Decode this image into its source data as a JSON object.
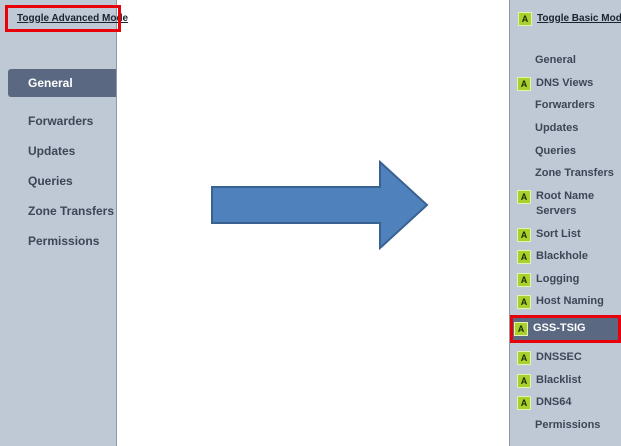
{
  "basic": {
    "toggle_label": "Toggle Advanced Mode",
    "items": [
      {
        "label": "General",
        "selected": true
      },
      {
        "label": "Forwarders"
      },
      {
        "label": "Updates"
      },
      {
        "label": "Queries"
      },
      {
        "label": "Zone Transfers"
      },
      {
        "label": "Permissions"
      }
    ]
  },
  "advanced": {
    "toggle_label": "Toggle Basic Mode",
    "badge": "A",
    "items": [
      {
        "label": "General",
        "badge": false
      },
      {
        "label": "DNS Views",
        "badge": true
      },
      {
        "label": "Forwarders",
        "badge": false
      },
      {
        "label": "Updates",
        "badge": false
      },
      {
        "label": "Queries",
        "badge": false
      },
      {
        "label": "Zone Transfers",
        "badge": false
      },
      {
        "label": "Root Name Servers",
        "badge": true
      },
      {
        "label": "Sort List",
        "badge": true
      },
      {
        "label": "Blackhole",
        "badge": true
      },
      {
        "label": "Logging",
        "badge": true
      },
      {
        "label": "Host Naming",
        "badge": true
      },
      {
        "label": "GSS-TSIG",
        "badge": true,
        "selected": true
      },
      {
        "label": "DNSSEC",
        "badge": true
      },
      {
        "label": "Blacklist",
        "badge": true
      },
      {
        "label": "DNS64",
        "badge": true
      },
      {
        "label": "Permissions",
        "badge": false
      }
    ]
  },
  "colors": {
    "highlight": "#e8000b",
    "arrow": "#4f81bd",
    "badge": "#a8d12e"
  }
}
